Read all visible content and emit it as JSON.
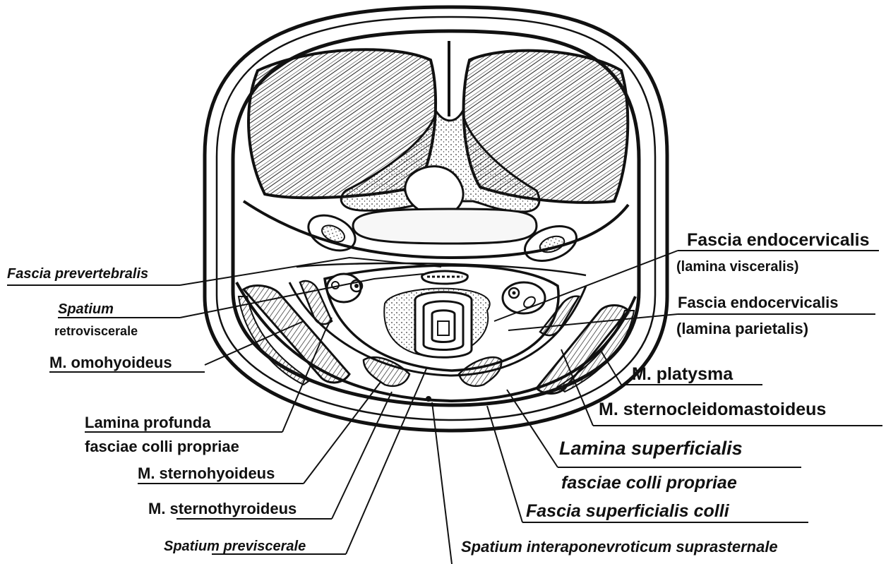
{
  "labels": {
    "fascia_prevertebralis": "Fascia prevertebralis",
    "spatium_retroviscerale_1": "Spatium",
    "spatium_retroviscerale_2": "retroviscerale",
    "m_omohyoideus": "M. omohyoideus",
    "lamina_profunda_1": "Lamina profunda",
    "lamina_profunda_2": "fasciae colli propriae",
    "m_sternohyoideus": "M. sternohyoideus",
    "m_sternothyroideus": "M. sternothyroideus",
    "spatium_previscerale": "Spatium previscerale",
    "spatium_interaponevroticum": "Spatium interaponevroticum suprasternale",
    "fascia_endocervicalis_visceralis_1": "Fascia endocervicalis",
    "fascia_endocervicalis_visceralis_2": "(lamina visceralis)",
    "fascia_endocervicalis_parietalis_1": "Fascia endocervicalis",
    "fascia_endocervicalis_parietalis_2": "(lamina parietalis)",
    "m_platysma": "M. platysma",
    "m_sternocleidomastoideus": "M. sternocleidomastoideus",
    "lamina_superficialis_1": "Lamina superficialis",
    "lamina_superficialis_2": "fasciae colli propriae",
    "fascia_superficialis_colli": "Fascia superficialis colli"
  },
  "colors": {
    "ink": "#111111",
    "paper": "#ffffff",
    "fill_light": "#f7f7f7"
  }
}
